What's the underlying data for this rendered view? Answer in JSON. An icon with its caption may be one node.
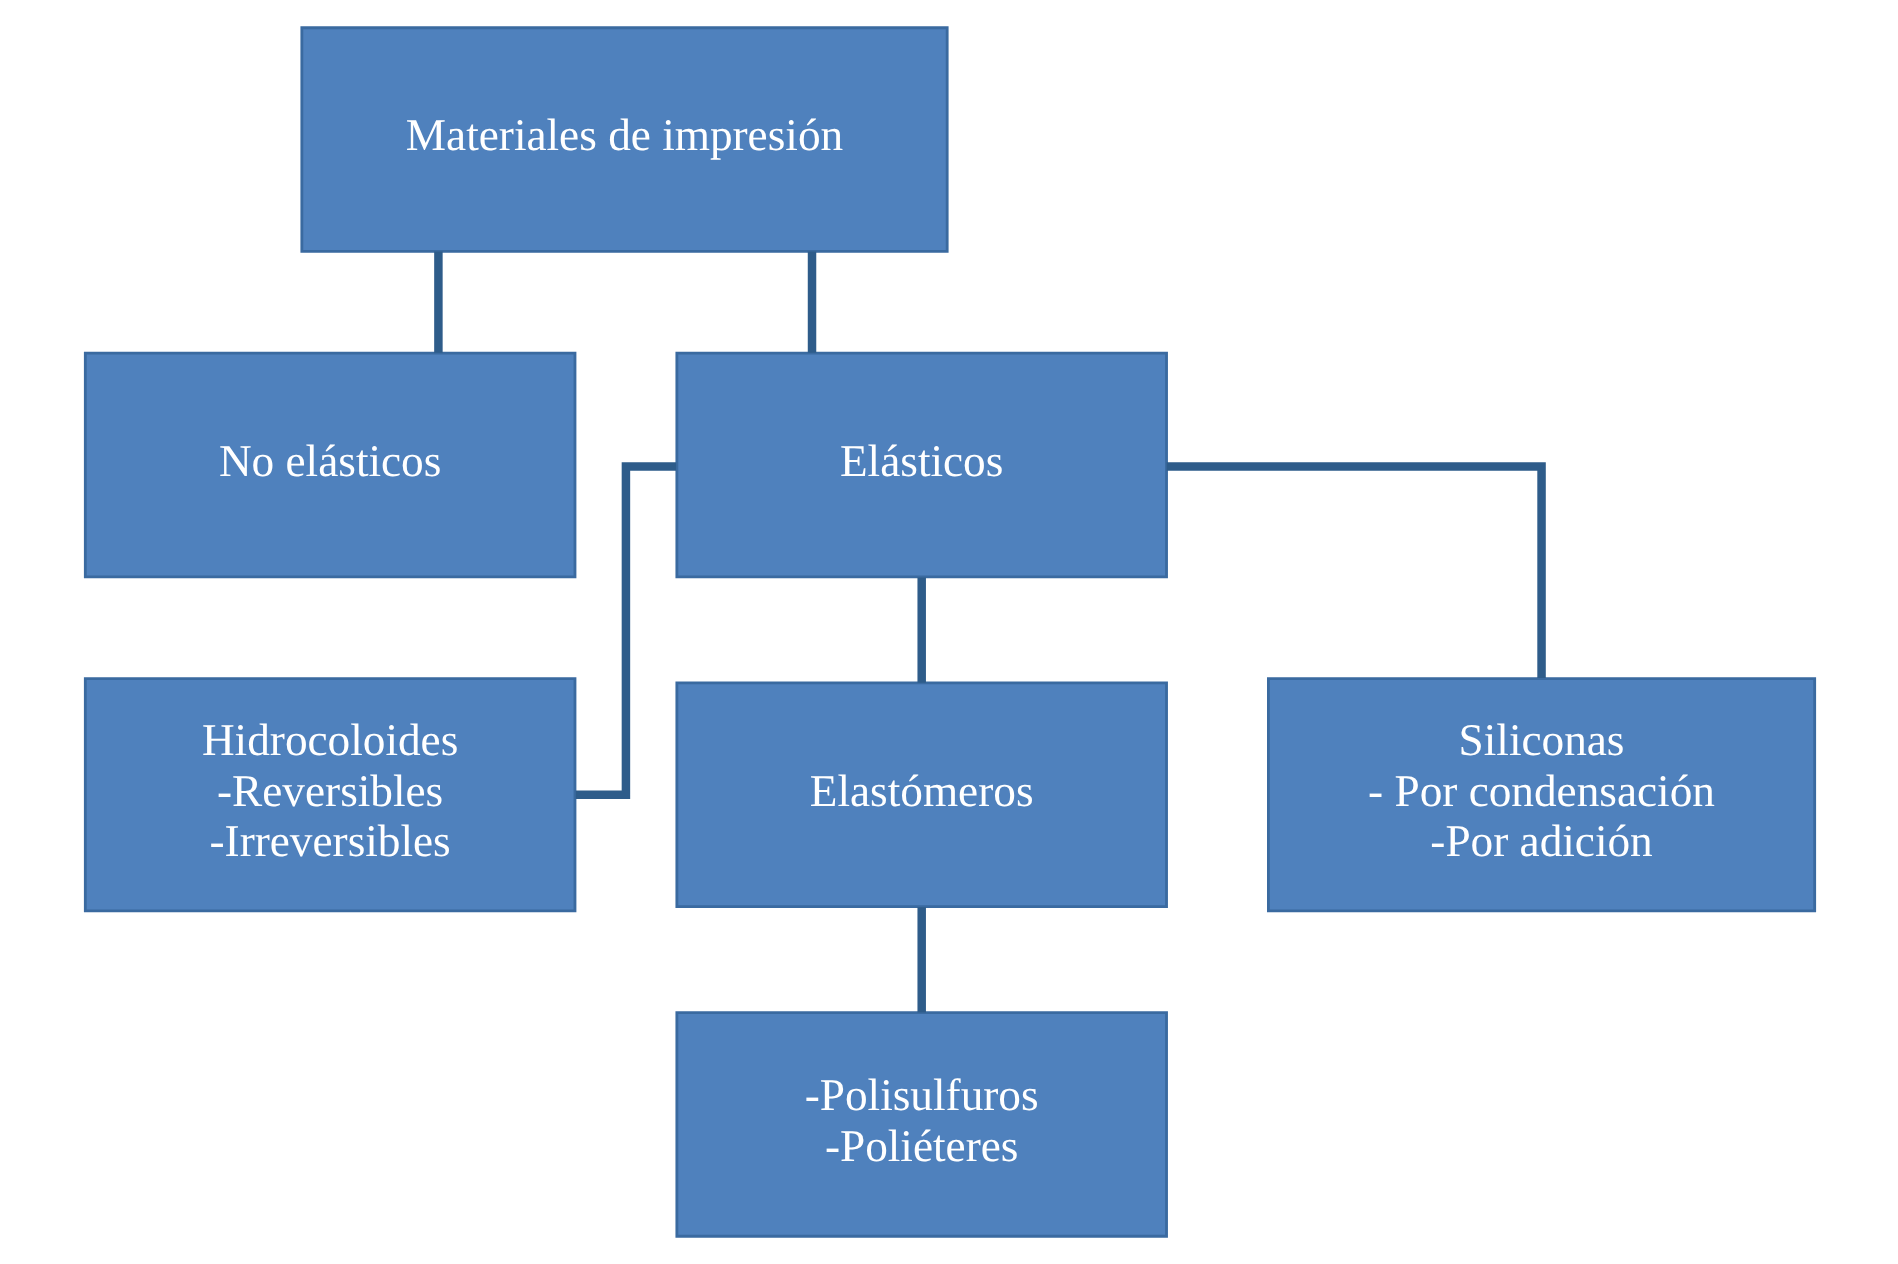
{
  "diagram": {
    "nodes": [
      {
        "text": [
          "Materiales de impresión"
        ]
      },
      {
        "text": [
          "No elásticos"
        ]
      },
      {
        "text": [
          "Elásticos"
        ]
      },
      {
        "text": [
          "Hidrocoloides",
          "-Reversibles",
          "-Irreversibles"
        ]
      },
      {
        "text": [
          "Elastómeros"
        ]
      },
      {
        "text": [
          "-Polisulfuros",
          "-Poliéteres"
        ]
      },
      {
        "text": [
          "Siliconas",
          "- Por condensación",
          "-Por adición"
        ]
      }
    ],
    "edges": [
      {
        "from": 0,
        "to": 1,
        "arrow": "none"
      },
      {
        "from": 0,
        "to": 2,
        "arrow": "none"
      },
      {
        "from": 2,
        "to": 3,
        "arrow": "none"
      },
      {
        "from": 2,
        "to": 4,
        "arrow": "none"
      },
      {
        "from": 2,
        "to": 6,
        "arrow": "none"
      },
      {
        "from": 4,
        "to": 5,
        "arrow": "none"
      }
    ]
  }
}
